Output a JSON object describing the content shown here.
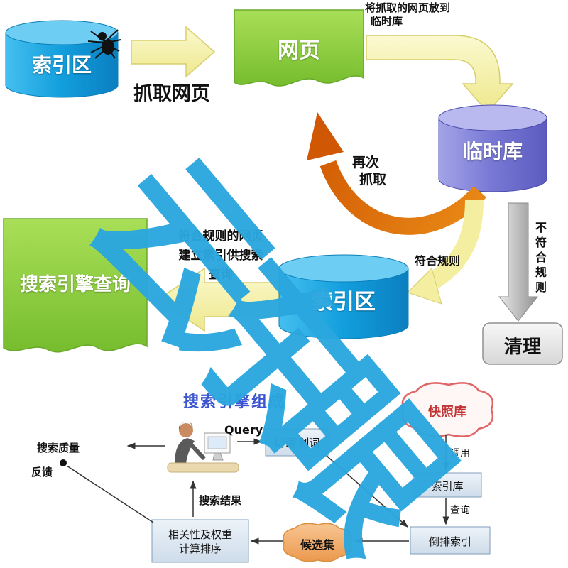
{
  "watermark": {
    "text": "云东眼",
    "color": "#2AA7DF"
  },
  "colors": {
    "cylinder_blue": "#1FA9E4",
    "cylinder_purple": "#7B7BD6",
    "doc_green": "#8CC63F",
    "arrow_yellow": "#F4EFA0",
    "arrow_orange": "#D95F08",
    "arrow_gray": "#ABABAB"
  },
  "icons": {
    "spider": "spider-icon",
    "user": "user-at-computer-clipart"
  },
  "top_flow": {
    "source_db_label": "索引区",
    "crawl_arrow_label": "抓取网页",
    "webpage_label": "网页",
    "store_note_line1": "将抓取的网页放到",
    "store_note_line2": "临时库",
    "temp_db_label": "临时库",
    "recrawl_line1": "再次",
    "recrawl_line2": "抓取",
    "match_rule_label": "符合规则",
    "not_match_rule_label": "不符合规则",
    "clean_label": "清理",
    "index_db_label": "索引区",
    "query_doc_label": "搜索引擎查询",
    "index_note_line1": "符合规则的网页",
    "index_note_line2": "建立索引供搜索",
    "index_note_line3": "查询"
  },
  "bottom_flow": {
    "title": "搜索引擎组成",
    "query_label": "Query",
    "segmentation_box": "切词 划词",
    "snapshot_cloud": "快照库",
    "call_label": "调用",
    "index_store_box": "索引库",
    "lookup_label": "查询",
    "inverted_index_box": "倒排索引",
    "candidate_cloud": "候选集",
    "ranking_line1": "相关性及权重",
    "ranking_line2": "计算排序",
    "result_label": "搜索结果",
    "quality_label": "搜索质量",
    "feedback_label": "反馈"
  }
}
